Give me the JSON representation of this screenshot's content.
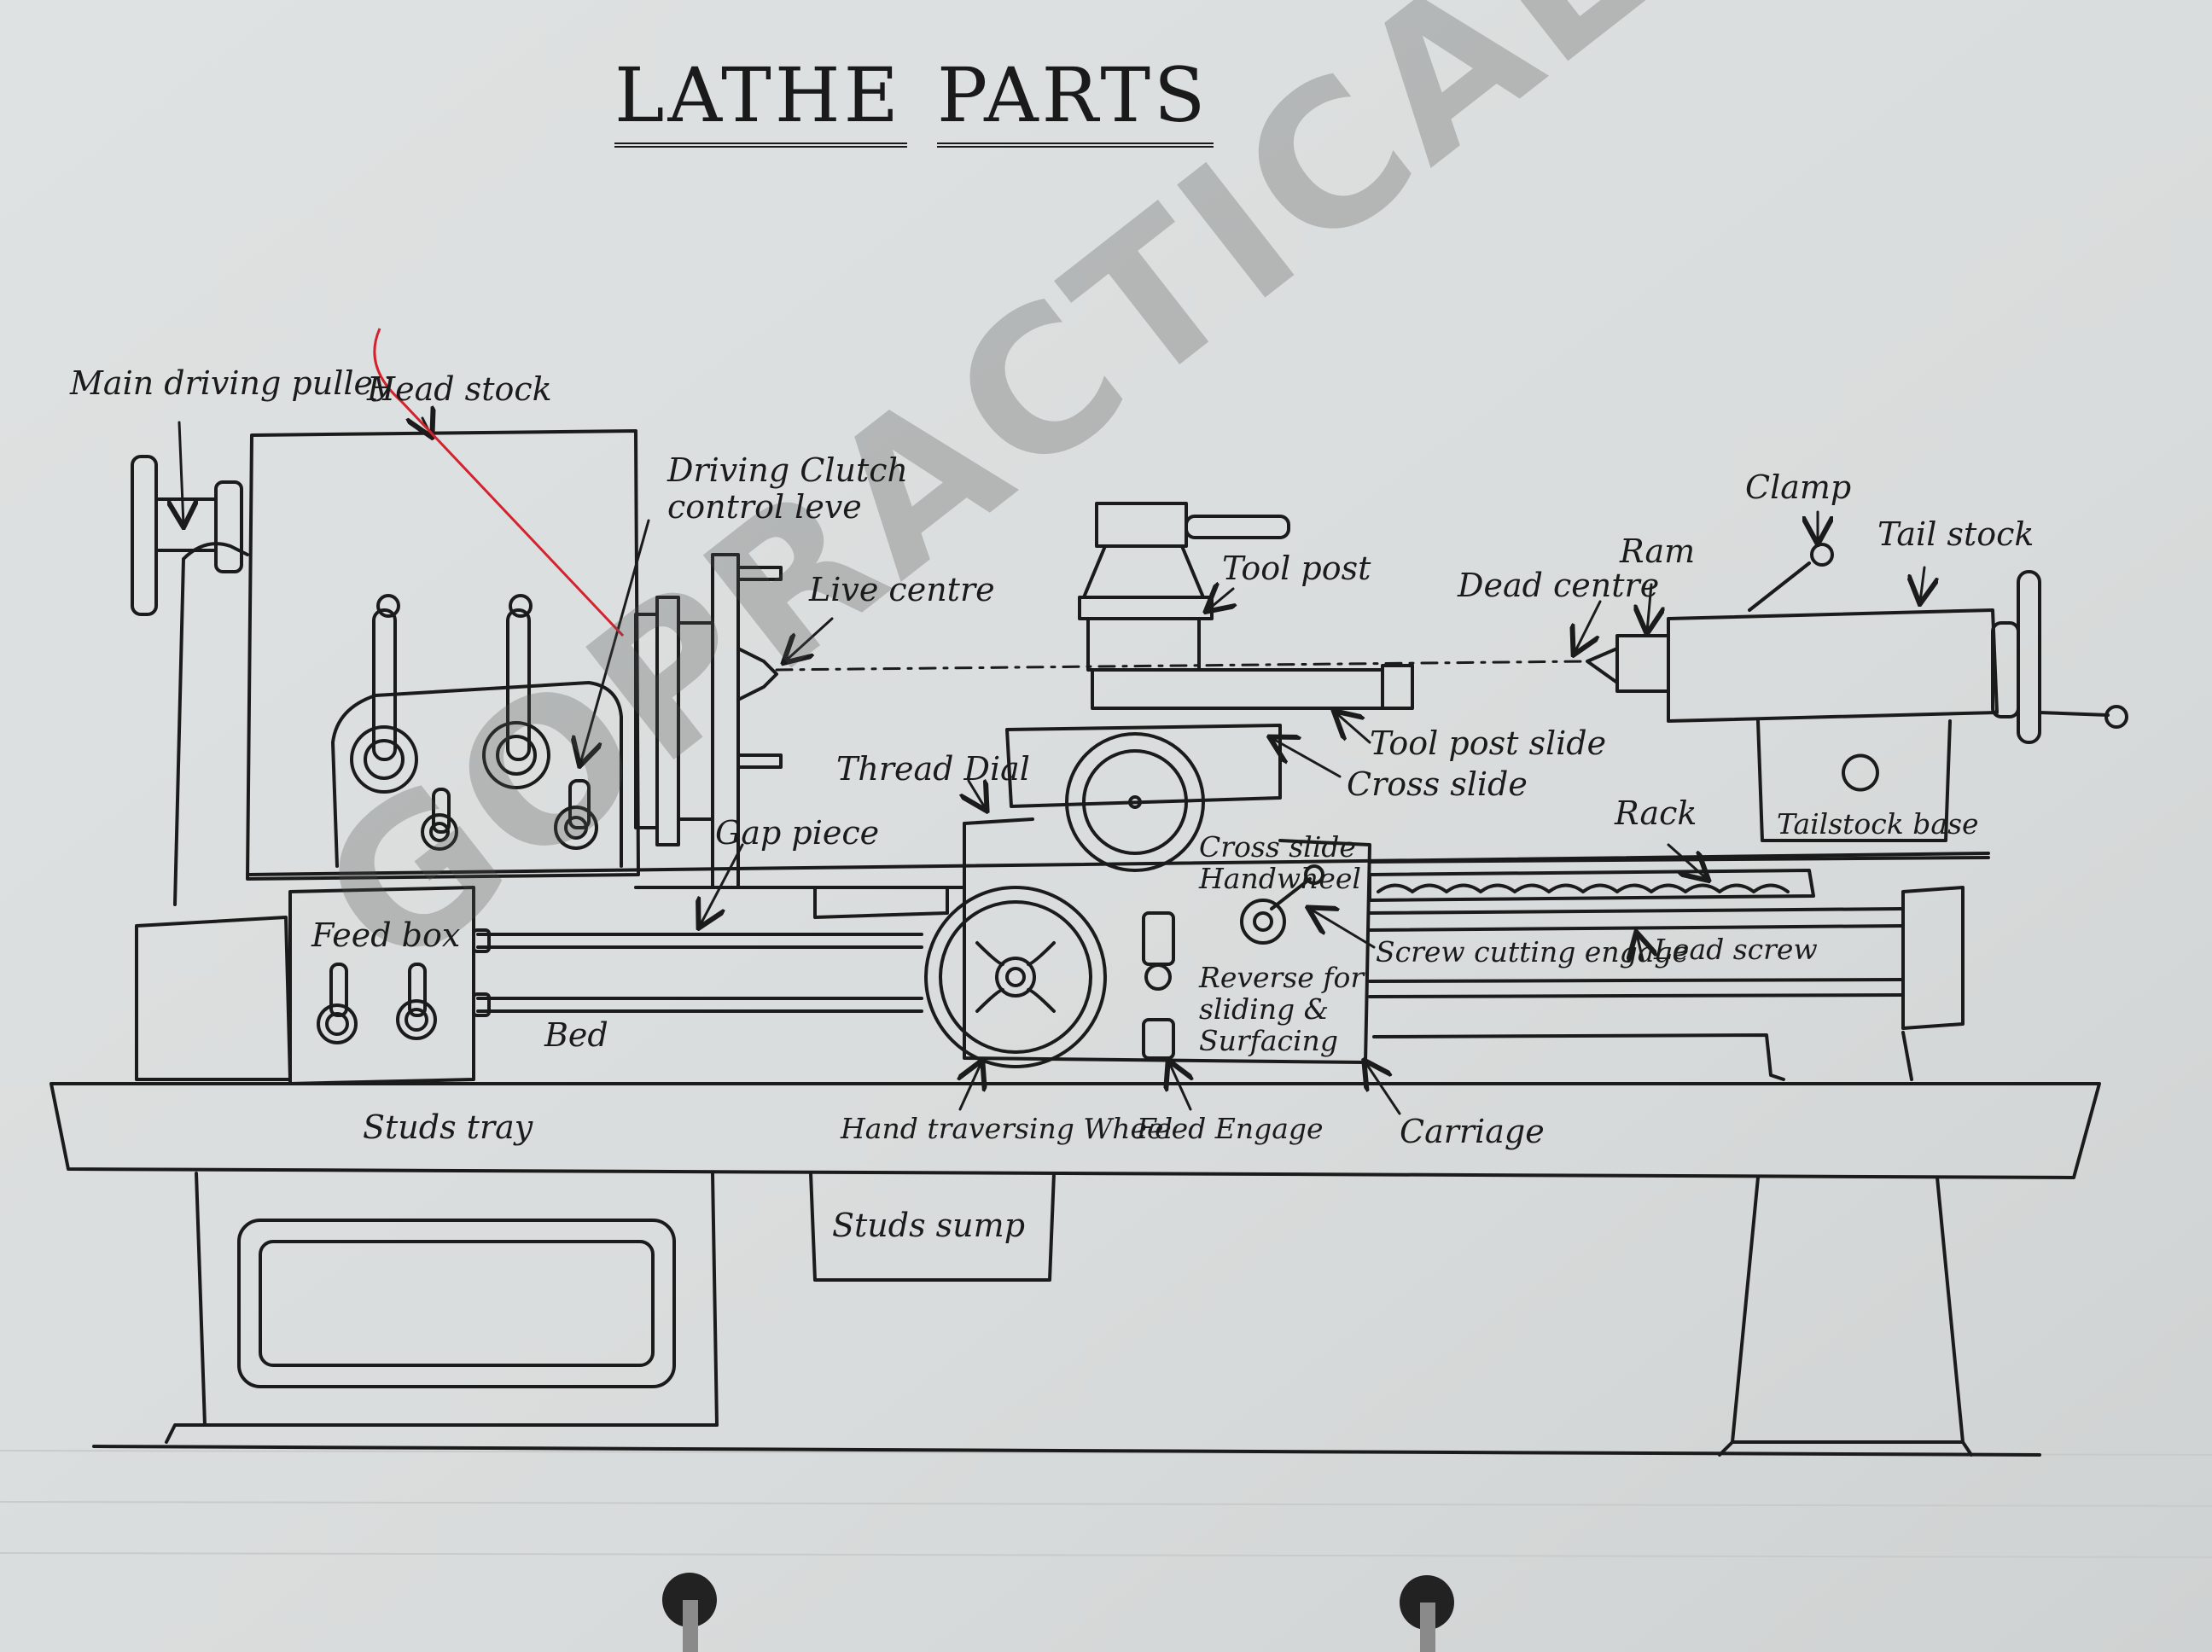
{
  "title": {
    "word1": "LATHE",
    "word2": "PARTS"
  },
  "watermark": "GOPRACTICALS.COM",
  "labels": {
    "main_driving_pulley": "Main driving pulley",
    "head_stock": "Head stock",
    "driving_clutch_line1": "Driving Clutch",
    "driving_clutch_line2": "control leve",
    "live_centre": "Live centre",
    "tool_post": "Tool post",
    "dead_centre": "Dead centre",
    "ram": "Ram",
    "clamp": "Clamp",
    "tail_stock": "Tail stock",
    "thread_dial": "Thread Dial",
    "tool_post_slide": "Tool post slide",
    "cross_slide": "Cross slide",
    "gap_piece": "Gap piece",
    "rack": "Rack",
    "tailstock_base": "Tailstock base",
    "cross_slide_handwheel_line1": "Cross slide",
    "cross_slide_handwheel_line2": "Handwheel",
    "feed_box": "Feed box",
    "screw_cutting_engage": "Screw cutting engage",
    "lead_screw": "Lead screw",
    "reverse_line1": "Reverse for",
    "reverse_line2": "sliding &",
    "reverse_line3": "Surfacing",
    "bed": "Bed",
    "studs_tray": "Studs tray",
    "hand_traversing_wheel": "Hand traversing Wheel",
    "feed_engage": "Feed Engage",
    "carriage": "Carriage",
    "studs_sump": "Studs sump"
  },
  "colors": {
    "ink": "#1b1b1b",
    "red_pen": "#d3232e",
    "paper": "#dcdfdf"
  }
}
